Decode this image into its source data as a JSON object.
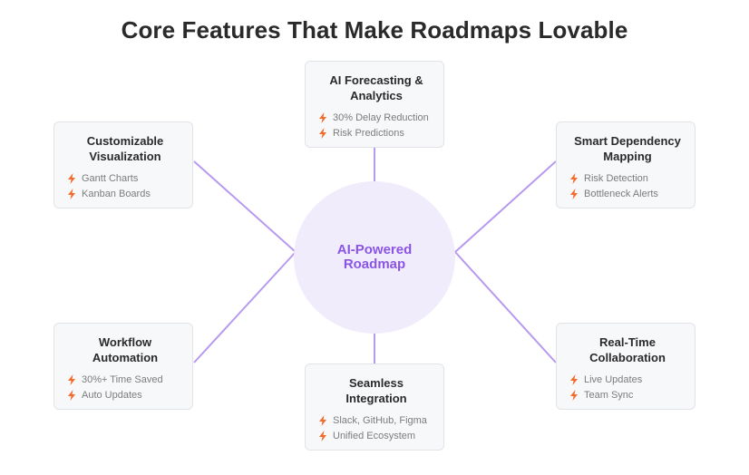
{
  "title": "Core Features That Make Roadmaps Lovable",
  "center_label": "AI-Powered\nRoadmap",
  "colors": {
    "accent": "#8a55e6",
    "line": "#b79af0",
    "bolt": "#f26b2f",
    "center_bg": "#f1ecfb"
  },
  "bullet_icon": "lightning-bolt-icon",
  "features": [
    {
      "id": "top",
      "title": "AI Forecasting &\nAnalytics",
      "items": [
        "30% Delay Reduction",
        "Risk Predictions"
      ]
    },
    {
      "id": "top-left",
      "title": "Customizable\nVisualization",
      "items": [
        "Gantt Charts",
        "Kanban Boards"
      ]
    },
    {
      "id": "top-right",
      "title": "Smart Dependency\nMapping",
      "items": [
        "Risk Detection",
        "Bottleneck Alerts"
      ]
    },
    {
      "id": "bottom-left",
      "title": "Workflow\nAutomation",
      "items": [
        "30%+ Time Saved",
        "Auto Updates"
      ]
    },
    {
      "id": "bottom-right",
      "title": "Real-Time\nCollaboration",
      "items": [
        "Live Updates",
        "Team Sync"
      ]
    },
    {
      "id": "bottom",
      "title": "Seamless\nIntegration",
      "items": [
        "Slack, GitHub, Figma",
        "Unified Ecosystem"
      ]
    }
  ]
}
